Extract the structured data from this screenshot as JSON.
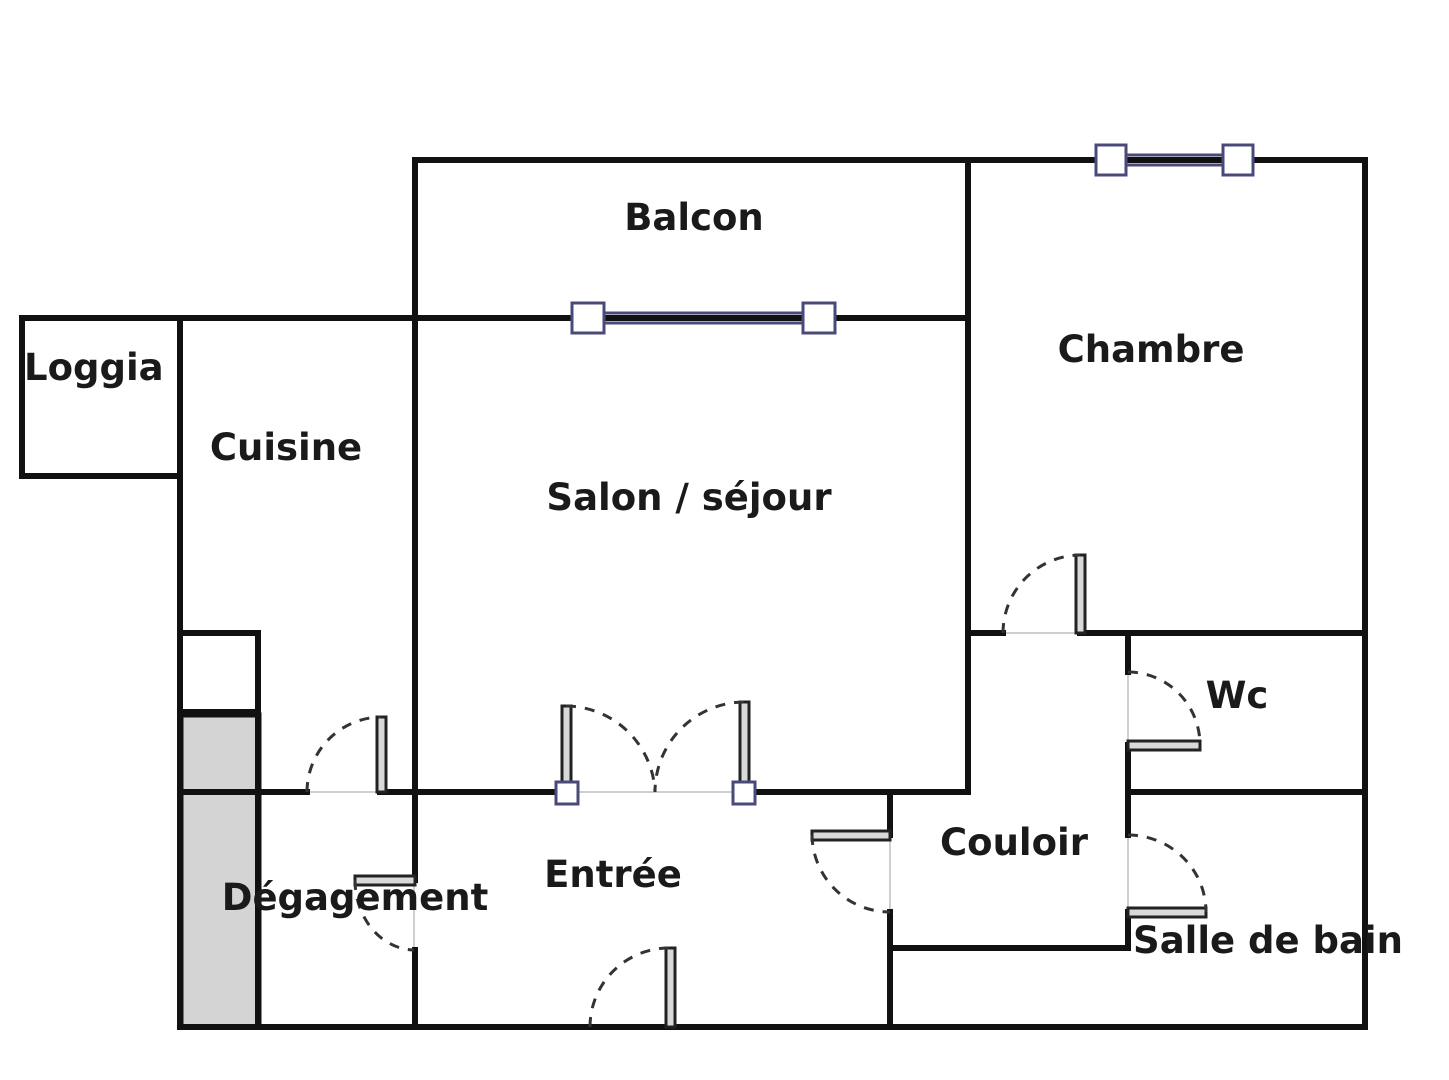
{
  "rooms": {
    "balcon": "Balcon",
    "chambre": "Chambre",
    "loggia": "Loggia",
    "cuisine": "Cuisine",
    "salon": "Salon / séjour",
    "wc": "Wc",
    "couloir": "Couloir",
    "entree": "Entrée",
    "degagement": "Dégagement",
    "salle_de_bain": "Salle de bain"
  },
  "colors": {
    "wall": "#111111",
    "window": "#4a4a7a",
    "shaded_area": "#d4d4d4"
  }
}
